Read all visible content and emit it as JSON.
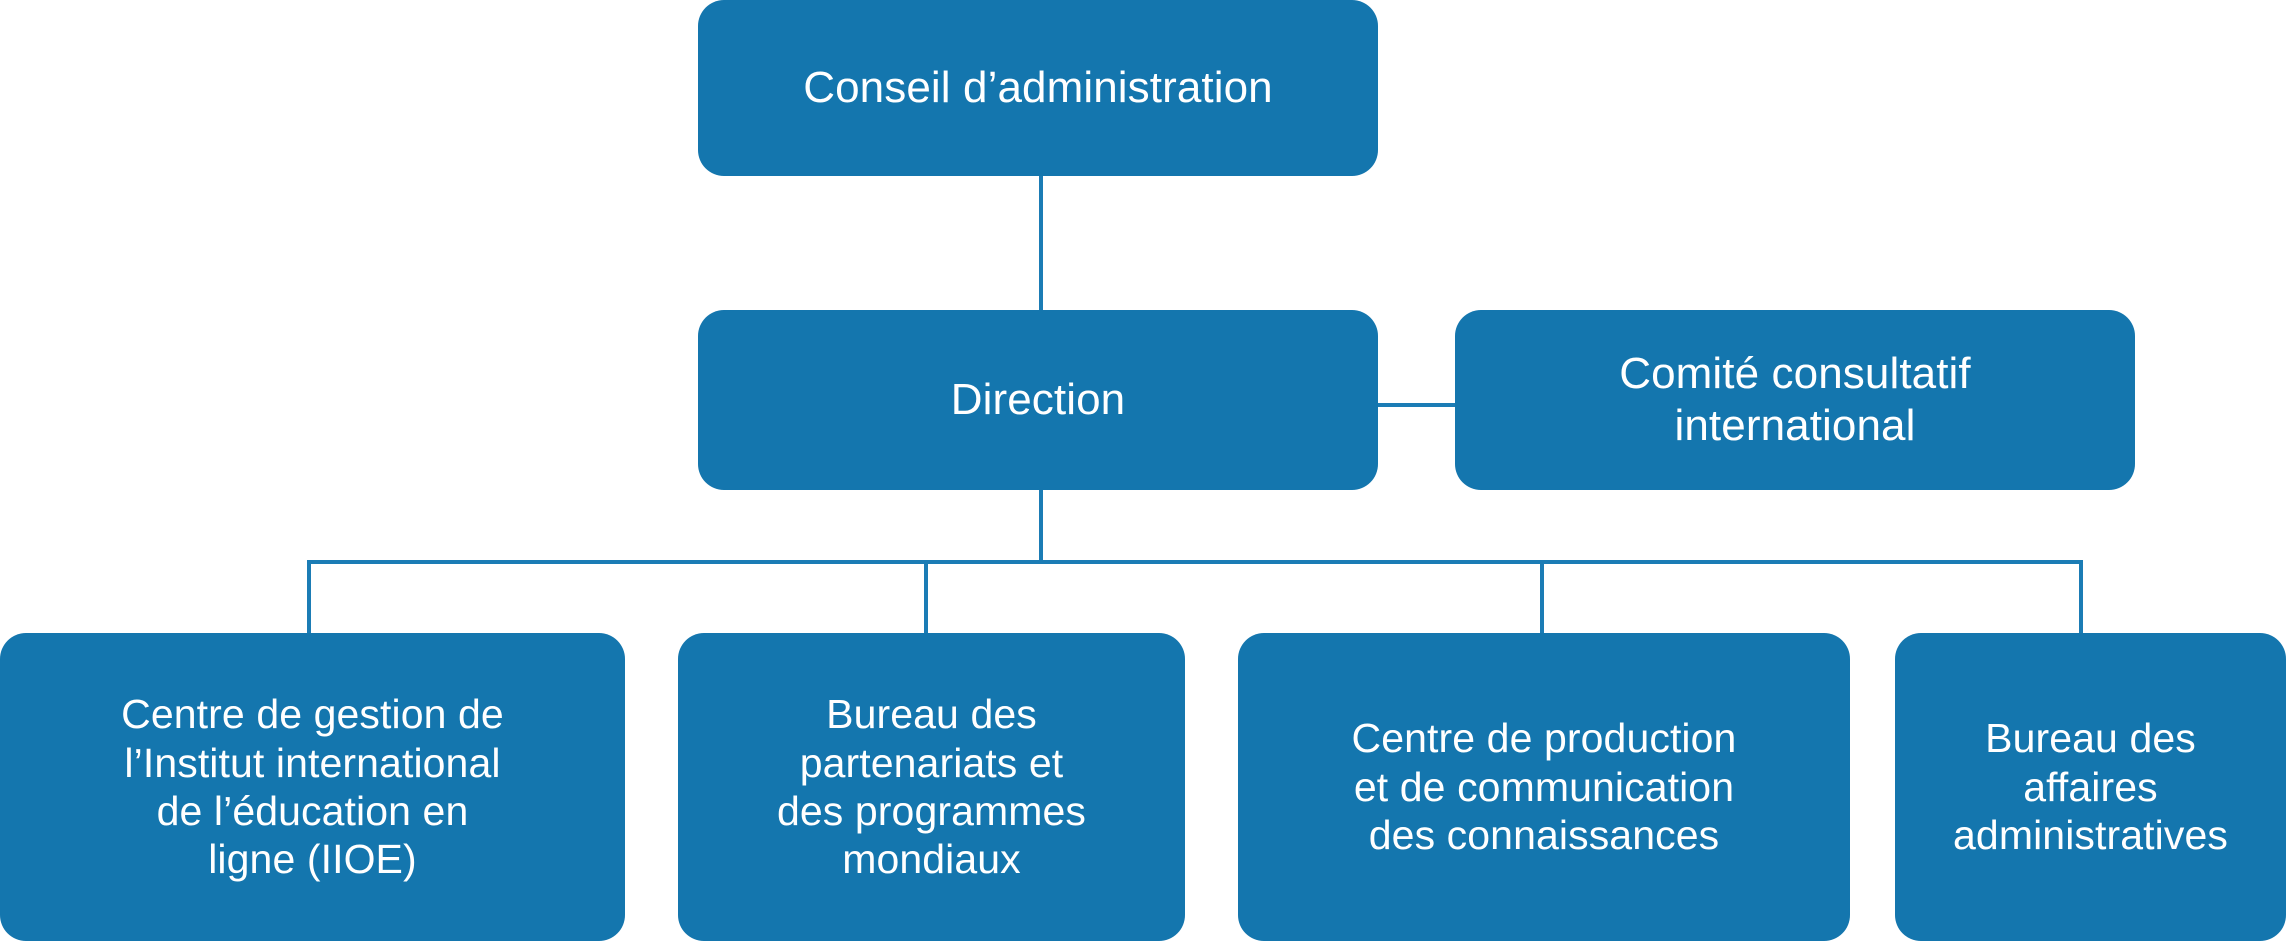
{
  "chart": {
    "type": "org-chart",
    "orientation": "top-down",
    "language": "fr",
    "accent_color": "#1476AE",
    "connector_color": "#1B7CB5",
    "text_color": "#FFFFFF",
    "background_color": "#FFFFFF",
    "levels": 3
  },
  "nodes": {
    "board": {
      "id": "board",
      "label": "Conseil d’administration",
      "level": 1
    },
    "direction": {
      "id": "direction",
      "label": "Direction",
      "level": 2
    },
    "advisory": {
      "id": "advisory",
      "label": "Comité consultatif\ninternational",
      "level": 2
    },
    "iioe": {
      "id": "iioe",
      "label": "Centre de gestion de\nl’Institut international\nde l’éducation en\nligne (IIOE)",
      "level": 3
    },
    "partnerships": {
      "id": "partnerships",
      "label": "Bureau des\npartenariats et\ndes programmes\nmondiaux",
      "level": 3
    },
    "knowledge": {
      "id": "knowledge",
      "label": "Centre de production\net de communication\ndes connaissances",
      "level": 3
    },
    "admin": {
      "id": "admin",
      "label": "Bureau des\naffaires\nadministratives",
      "level": 3
    }
  },
  "edges": [
    {
      "from": "board",
      "to": "direction",
      "style": "vertical"
    },
    {
      "from": "direction",
      "to": "advisory",
      "style": "horizontal"
    },
    {
      "from": "direction",
      "to": "iioe",
      "style": "elbow"
    },
    {
      "from": "direction",
      "to": "partnerships",
      "style": "elbow"
    },
    {
      "from": "direction",
      "to": "knowledge",
      "style": "elbow"
    },
    {
      "from": "direction",
      "to": "admin",
      "style": "elbow"
    }
  ]
}
